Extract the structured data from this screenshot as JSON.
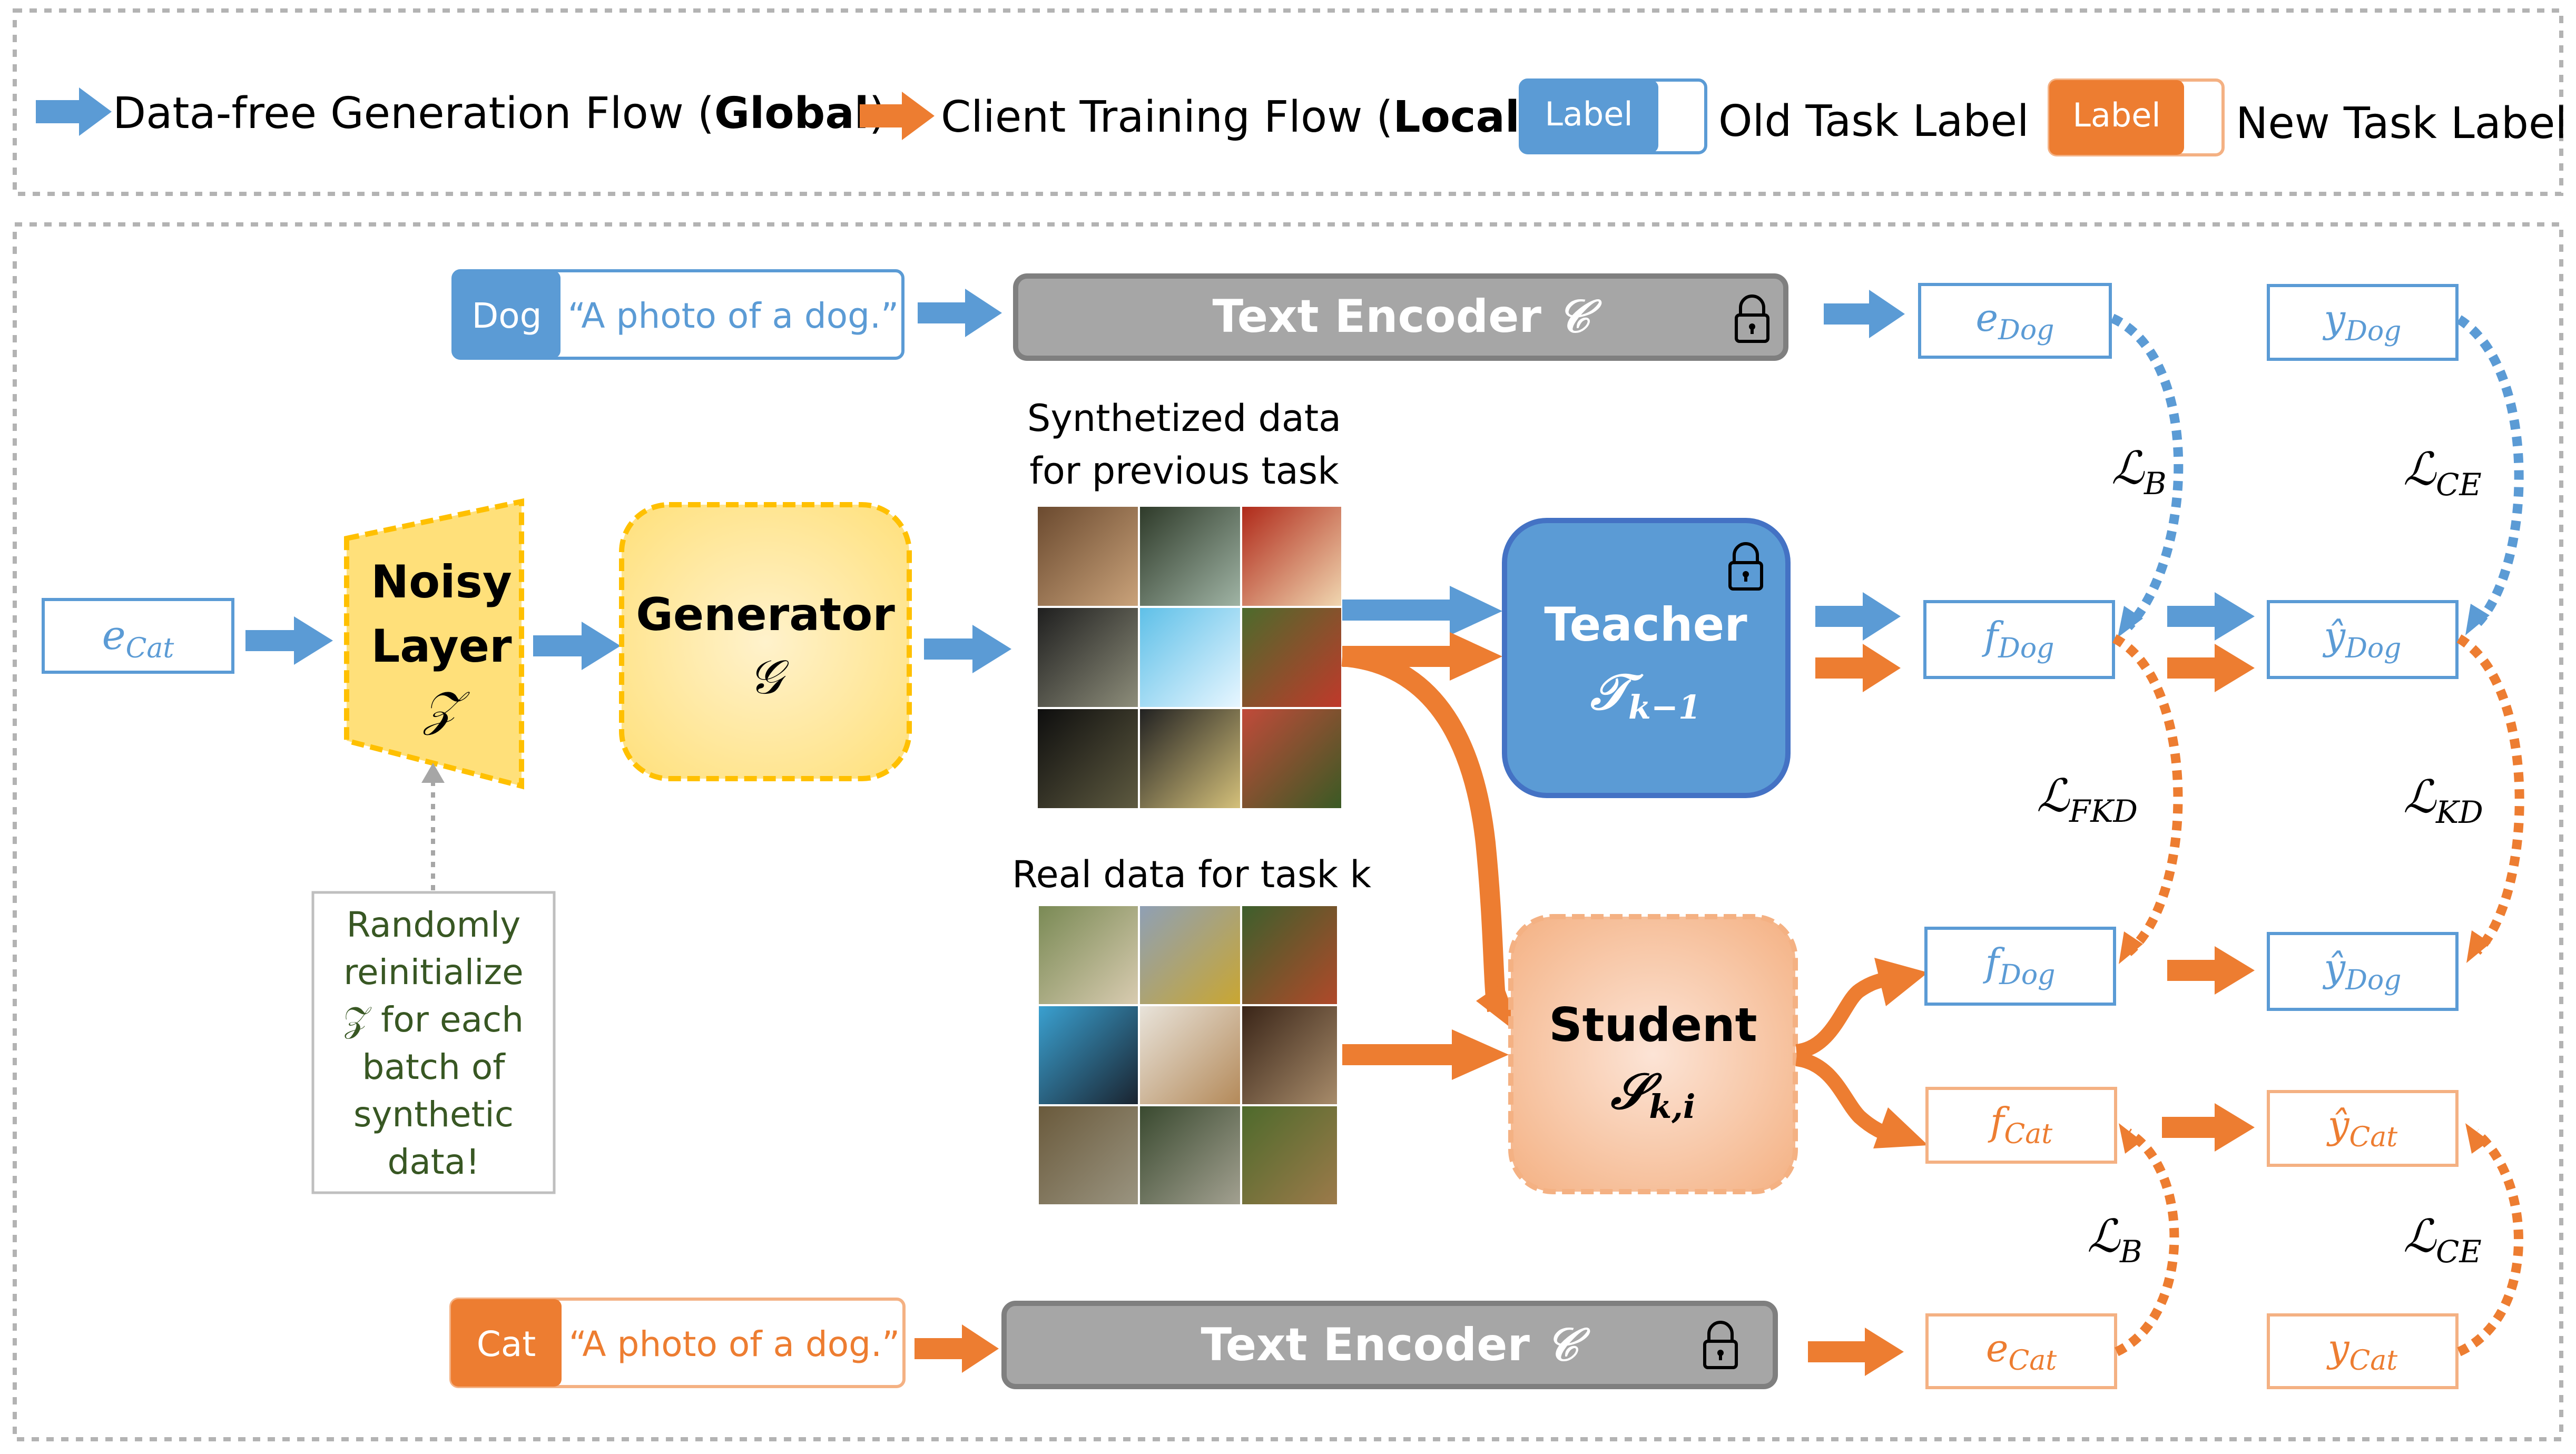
{
  "legend": {
    "global_flow_prefix": "Data-free Generation Flow (",
    "global_flow_bold": "Global",
    "global_flow_suffix": ")",
    "local_flow_prefix": "Client Training Flow (",
    "local_flow_bold": "Local",
    "local_flow_suffix": ")",
    "badge_label": "Label",
    "old_task_label": "Old Task Label",
    "new_task_label": "New Task Label"
  },
  "top_prompt": {
    "label": "Dog",
    "text": "“A photo of a dog.”"
  },
  "bottom_prompt": {
    "label": "Cat",
    "text": "“A photo of a dog.”"
  },
  "text_encoder": {
    "title": "Text Encoder",
    "symbol": "𝒞"
  },
  "input_embedding": {
    "base": "e",
    "sub": "Cat"
  },
  "noisy_layer": {
    "line1": "Noisy",
    "line2": "Layer",
    "symbol": "𝒵"
  },
  "generator": {
    "title": "Generator",
    "symbol": "𝒢"
  },
  "synth_caption": {
    "line1": "Synthetized data",
    "line2": "for previous task"
  },
  "real_caption": "Real data for task k",
  "teacher": {
    "title": "Teacher",
    "symbol": "𝒯",
    "sub": "k−1"
  },
  "student": {
    "title": "Student",
    "symbol": "𝒮",
    "sub": "k,i"
  },
  "note": {
    "lines": [
      "Randomly",
      "reinitialize",
      "𝒵 for each",
      "batch of",
      "synthetic",
      "data!"
    ]
  },
  "vectors": {
    "e_dog": {
      "base": "e",
      "sub": "Dog"
    },
    "y_dog": {
      "base": "y",
      "sub": "Dog"
    },
    "f_dog_teacher": {
      "base": "f",
      "sub": "Dog"
    },
    "yhat_dog_teacher": {
      "base": "ŷ",
      "sub": "Dog"
    },
    "f_dog_student": {
      "base": "f",
      "sub": "Dog"
    },
    "yhat_dog_student": {
      "base": "ŷ",
      "sub": "Dog"
    },
    "f_cat": {
      "base": "f",
      "sub": "Cat"
    },
    "yhat_cat": {
      "base": "ŷ",
      "sub": "Cat"
    },
    "e_cat": {
      "base": "e",
      "sub": "Cat"
    },
    "y_cat": {
      "base": "y",
      "sub": "Cat"
    }
  },
  "losses": {
    "lb_top": {
      "base": "ℒ",
      "sub": "B"
    },
    "lce_top": {
      "base": "ℒ",
      "sub": "CE"
    },
    "lfkd": {
      "base": "ℒ",
      "sub": "FKD"
    },
    "lkd": {
      "base": "ℒ",
      "sub": "KD"
    },
    "lb_bottom": {
      "base": "ℒ",
      "sub": "B"
    },
    "lce_bottom": {
      "base": "ℒ",
      "sub": "CE"
    }
  },
  "colors": {
    "blue": "#5B9BD5",
    "orange": "#ED7D31",
    "yellow_fill": "#FFE699",
    "yellow_border": "#FFC000",
    "teacher_fill": "#5B9BD5",
    "teacher_border": "#4472C4",
    "student_fill": "#F8B993",
    "gray": "#A6A6A6",
    "note_green": "#385723"
  },
  "icons": [
    "lock-icon",
    "arrow-blue",
    "arrow-orange"
  ]
}
